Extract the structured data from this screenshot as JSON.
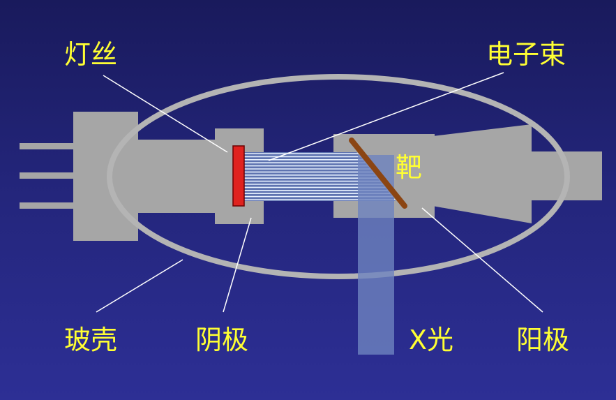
{
  "labels": {
    "filament": "灯丝",
    "electron_beam": "电子束",
    "target": "靶",
    "glass_shell": "玻壳",
    "cathode": "阴极",
    "xray": "X光",
    "anode": "阳极"
  },
  "colors": {
    "background": "#23257a",
    "label": "#ffff33",
    "metal": "#a6a6a6",
    "glass": "#b4b4b4",
    "filament": "#e0221f",
    "target": "#8b4513",
    "beam": "#e8f2ff",
    "xray_beam": "#6e83bf",
    "leader_line": "#ffffff"
  }
}
